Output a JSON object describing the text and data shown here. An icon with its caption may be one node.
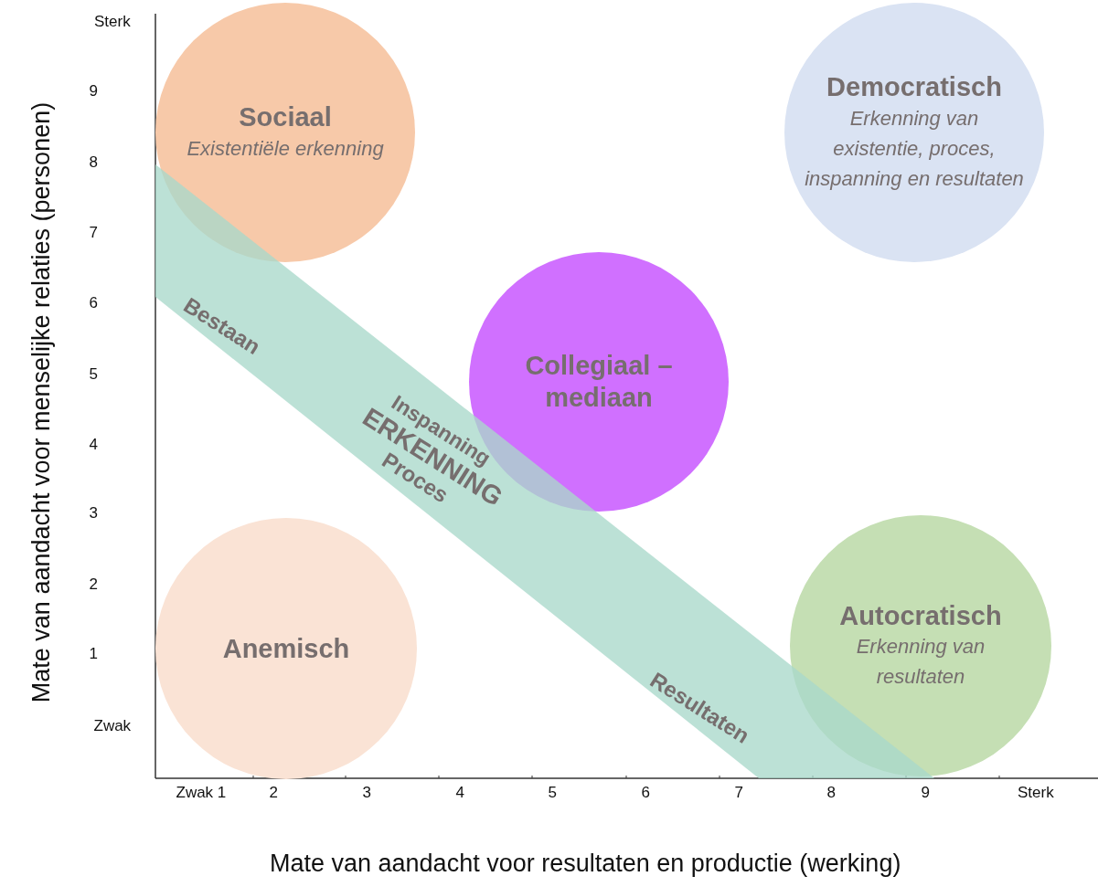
{
  "diagram": {
    "nodes": [
      {
        "text": [
          "Sociaal",
          "Existentiële erkenning"
        ]
      },
      {
        "text": [
          "Democratisch",
          "Erkenning van existentie, proces, inspanning en resultaten"
        ]
      },
      {
        "text": [
          "Bestaan",
          "Inspanning",
          "ERKENNING",
          "Proces",
          "Resultaten"
        ]
      },
      {
        "text": [
          "Collegiaal – mediaan"
        ]
      },
      {
        "text": [
          "Anemisch"
        ]
      },
      {
        "text": [
          "Autocratisch",
          "Erkenning van resultaten"
        ]
      }
    ],
    "labels": [
      "Mate van aandacht voor menselijke relaties (personen)",
      "Sterk",
      "9",
      "8",
      "7",
      "6",
      "5",
      "4",
      "3",
      "2",
      "1",
      "Zwak",
      "Zwak 1",
      "2",
      "3",
      "4",
      "5",
      "6",
      "7",
      "8",
      "9",
      "Sterk",
      "Mate van aandacht voor resultaten en productie (werking)"
    ]
  }
}
